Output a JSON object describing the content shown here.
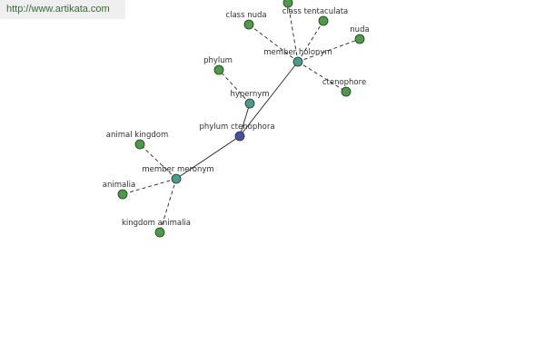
{
  "header": {
    "url": "http://www.artikata.com"
  },
  "colors": {
    "center": "#4a4fa3",
    "relation": "#4a9a8f",
    "leaf": "#4f9a48"
  },
  "graph": {
    "nodes": [
      {
        "id": "phylum-ctenophora",
        "label": "phylum ctenophora",
        "kind": "center"
      },
      {
        "id": "member-holonym",
        "label": "member holonym",
        "kind": "relation"
      },
      {
        "id": "hypernym",
        "label": "hypernym",
        "kind": "relation"
      },
      {
        "id": "member-meronym",
        "label": "member meronym",
        "kind": "relation"
      },
      {
        "id": "class-nuda",
        "label": "class nuda",
        "kind": "leaf"
      },
      {
        "id": "class-tentaculata",
        "label": "class tentaculata",
        "kind": "leaf"
      },
      {
        "id": "nuda",
        "label": "nuda",
        "kind": "leaf"
      },
      {
        "id": "ctenophore",
        "label": "ctenophore",
        "kind": "leaf"
      },
      {
        "id": "phylum",
        "label": "phylum",
        "kind": "leaf"
      },
      {
        "id": "animal-kingdom",
        "label": "animal kingdom",
        "kind": "leaf"
      },
      {
        "id": "animalia",
        "label": "animalia",
        "kind": "leaf"
      },
      {
        "id": "kingdom-animalia",
        "label": "kingdom animalia",
        "kind": "leaf"
      },
      {
        "id": "unlabeled-top",
        "label": "",
        "kind": "leaf"
      }
    ],
    "edges": [
      {
        "from": "phylum-ctenophora",
        "to": "member-holonym",
        "style": "solid"
      },
      {
        "from": "phylum-ctenophora",
        "to": "hypernym",
        "style": "solid"
      },
      {
        "from": "phylum-ctenophora",
        "to": "member-meronym",
        "style": "solid"
      },
      {
        "from": "member-holonym",
        "to": "class-nuda",
        "style": "dashed"
      },
      {
        "from": "member-holonym",
        "to": "class-tentaculata",
        "style": "dashed"
      },
      {
        "from": "member-holonym",
        "to": "nuda",
        "style": "dashed"
      },
      {
        "from": "member-holonym",
        "to": "ctenophore",
        "style": "dashed"
      },
      {
        "from": "member-holonym",
        "to": "unlabeled-top",
        "style": "dashed"
      },
      {
        "from": "hypernym",
        "to": "phylum",
        "style": "dashed"
      },
      {
        "from": "member-meronym",
        "to": "animal-kingdom",
        "style": "dashed"
      },
      {
        "from": "member-meronym",
        "to": "animalia",
        "style": "dashed"
      },
      {
        "from": "member-meronym",
        "to": "kingdom-animalia",
        "style": "dashed"
      }
    ]
  }
}
